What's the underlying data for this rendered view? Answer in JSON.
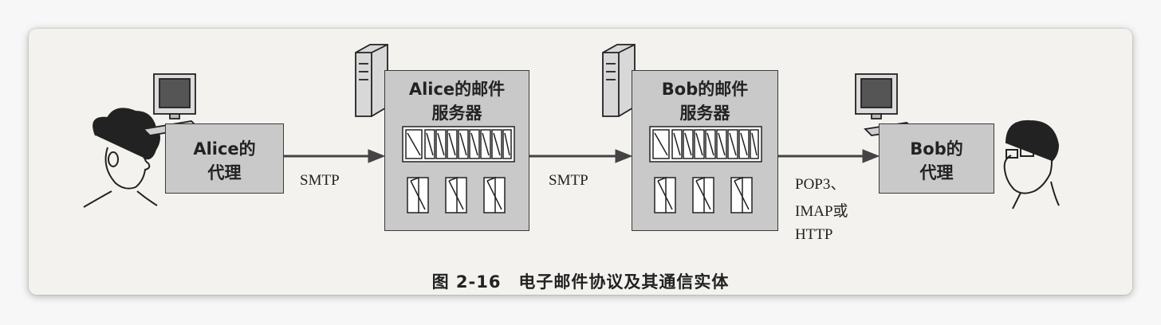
{
  "alice_agent": {
    "line1": "Alice的",
    "line2": "代理"
  },
  "alice_server": {
    "line1": "Alice的邮件",
    "line2": "服务器"
  },
  "bob_server": {
    "line1": "Bob的邮件",
    "line2": "服务器"
  },
  "bob_agent": {
    "line1": "Bob的",
    "line2": "代理"
  },
  "protocols": {
    "smtp_1": "SMTP",
    "smtp_2": "SMTP",
    "retrieval_1": "POP3、",
    "retrieval_2": "IMAP或",
    "retrieval_3": "HTTP"
  },
  "caption": "图 2-16　电子邮件协议及其通信实体"
}
